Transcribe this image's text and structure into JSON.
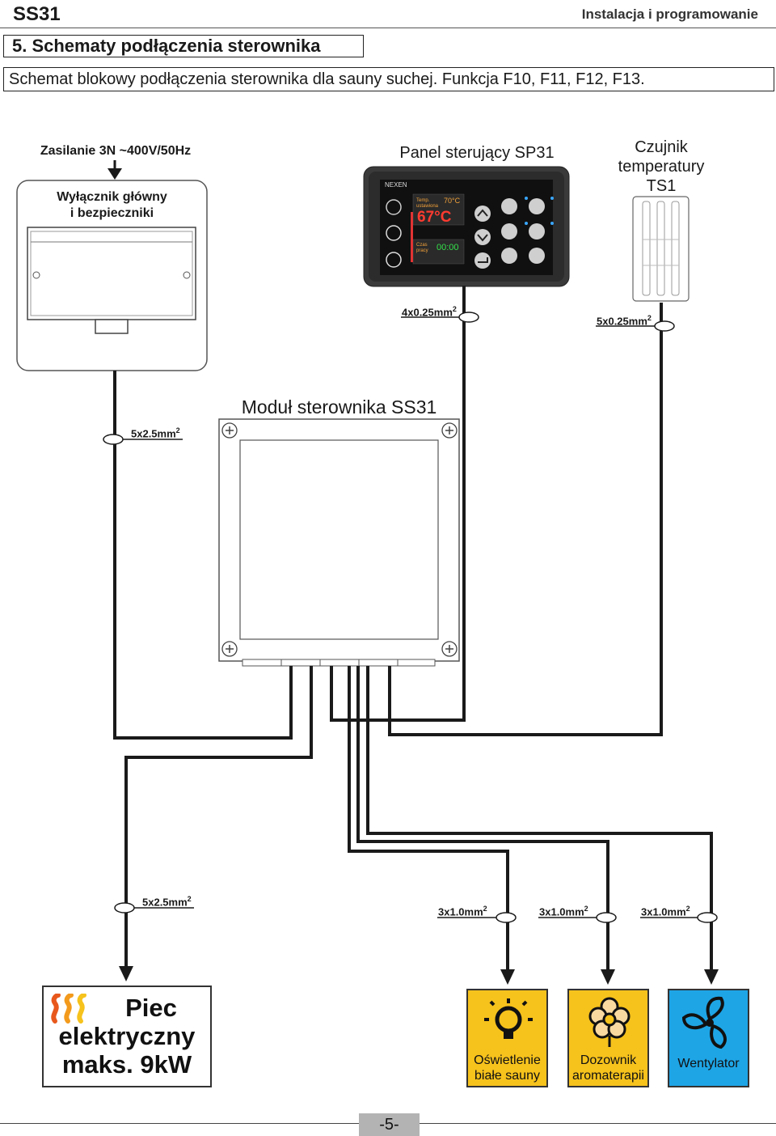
{
  "header": {
    "code": "SS31",
    "section_label": "Instalacja i programowanie"
  },
  "section_title": "5. Schematy podłączenia sterownika",
  "subtitle": "Schemat blokowy podłączenia sterownika dla sauny suchej. Funkcja F10, F11, F12, F13.",
  "supply": {
    "label": "Zasilanie 3N ~400V/50Hz",
    "switch_label_1": "Wyłącznik główny",
    "switch_label_2": "i bezpieczniki"
  },
  "panel": {
    "title": "Panel sterujący SP31",
    "brand": "NEXEN",
    "temp_set_label_1": "Temp.",
    "temp_set_label_2": "ustawiona",
    "temp_set_value": "70°C",
    "temp_current_value": "67°C",
    "work_time_label_1": "Czas",
    "work_time_label_2": "pracy",
    "work_time_value": "00:00"
  },
  "sensor": {
    "title_1": "Czujnik",
    "title_2": "temperatury",
    "title_3": "TS1"
  },
  "module": {
    "title": "Moduł sterownika SS31"
  },
  "cables": {
    "panel": "4x0.25mm",
    "sensor": "5x0.25mm",
    "supply": "5x2.5mm",
    "heater": "5x2.5mm",
    "light": "3x1.0mm",
    "aroma": "3x1.0mm",
    "fan": "3x1.0mm",
    "sup": "2"
  },
  "devices": {
    "heater_line1": "Piec",
    "heater_line2": "elektryczny",
    "heater_line3": "maks. 9kW",
    "light_line1": "Oświetlenie",
    "light_line2": "białe sauny",
    "aroma_line1": "Dozownik",
    "aroma_line2": "aromaterapii",
    "fan": "Wentylator"
  },
  "icons": {
    "heater": "heat-waves-icon",
    "light": "light-bulb-icon",
    "aroma": "flower-icon",
    "fan": "fan-icon"
  },
  "colors": {
    "yellow": "#f6c21c",
    "blue": "#1ea5e6",
    "line": "#1a1a1a"
  },
  "footer": {
    "page": "-5-"
  }
}
